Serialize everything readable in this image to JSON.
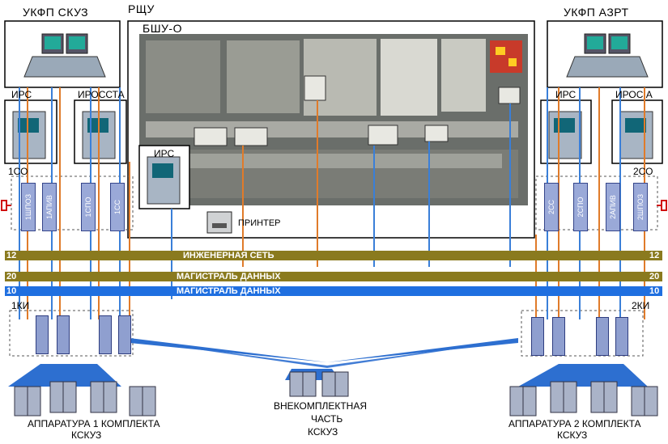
{
  "labels": {
    "ukfp_skuz": "УКФП СКУЗ",
    "rshu": "РЩУ",
    "bshu": "БШУ-О",
    "ukfp_azrt": "УКФП АЗРТ",
    "irs_left": "ИРС",
    "irsosta": "ИРОССТА",
    "irs_center": "ИРС",
    "irs_right": "ИРС",
    "irsa_right": "ИРОС А",
    "printer": "ПРИНТЕР",
    "sco1": "1СО",
    "sco2": "2СО",
    "ki1": "1КИ",
    "ki2": "2КИ",
    "bottom_left_1": "АППАРАТУРА 1 КОМПЛЕКТА",
    "bottom_left_2": "КСКУЗ",
    "bottom_mid_1": "ВНЕКОМПЛЕКТНАЯ",
    "bottom_mid_2": "ЧАСТЬ",
    "bottom_mid_3": "КСКУЗ",
    "bottom_right_1": "АППАРАТУРА 2 КОМПЛЕКТА",
    "bottom_right_2": "КСКУЗ"
  },
  "buses": {
    "eng": {
      "label": "ИНЖЕНЕРНАЯ СЕТЬ",
      "num_left": "12",
      "num_right": "12"
    },
    "data2": {
      "label": "МАГИСТРАЛЬ ДАННЫХ",
      "num_left": "20",
      "num_right": "20"
    },
    "data1": {
      "label": "МАГИСТРАЛЬ ДАННЫХ",
      "num_left": "10",
      "num_right": "10"
    }
  },
  "cabinets_left": [
    "1ШПОЗ",
    "1АПИВ",
    "1СПО",
    "1СС"
  ],
  "cabinets_right": [
    "2СС",
    "2СПО",
    "2АПИВ",
    "2ШПОЗ"
  ],
  "colors": {
    "bus_eng": "#8a7a1e",
    "bus_data2": "#8a7a1e",
    "bus_data1": "#1f6fe0",
    "link_orange": "#e07b2a",
    "link_blue": "#3a7fd8",
    "pyramid": "#2d6fd0"
  }
}
